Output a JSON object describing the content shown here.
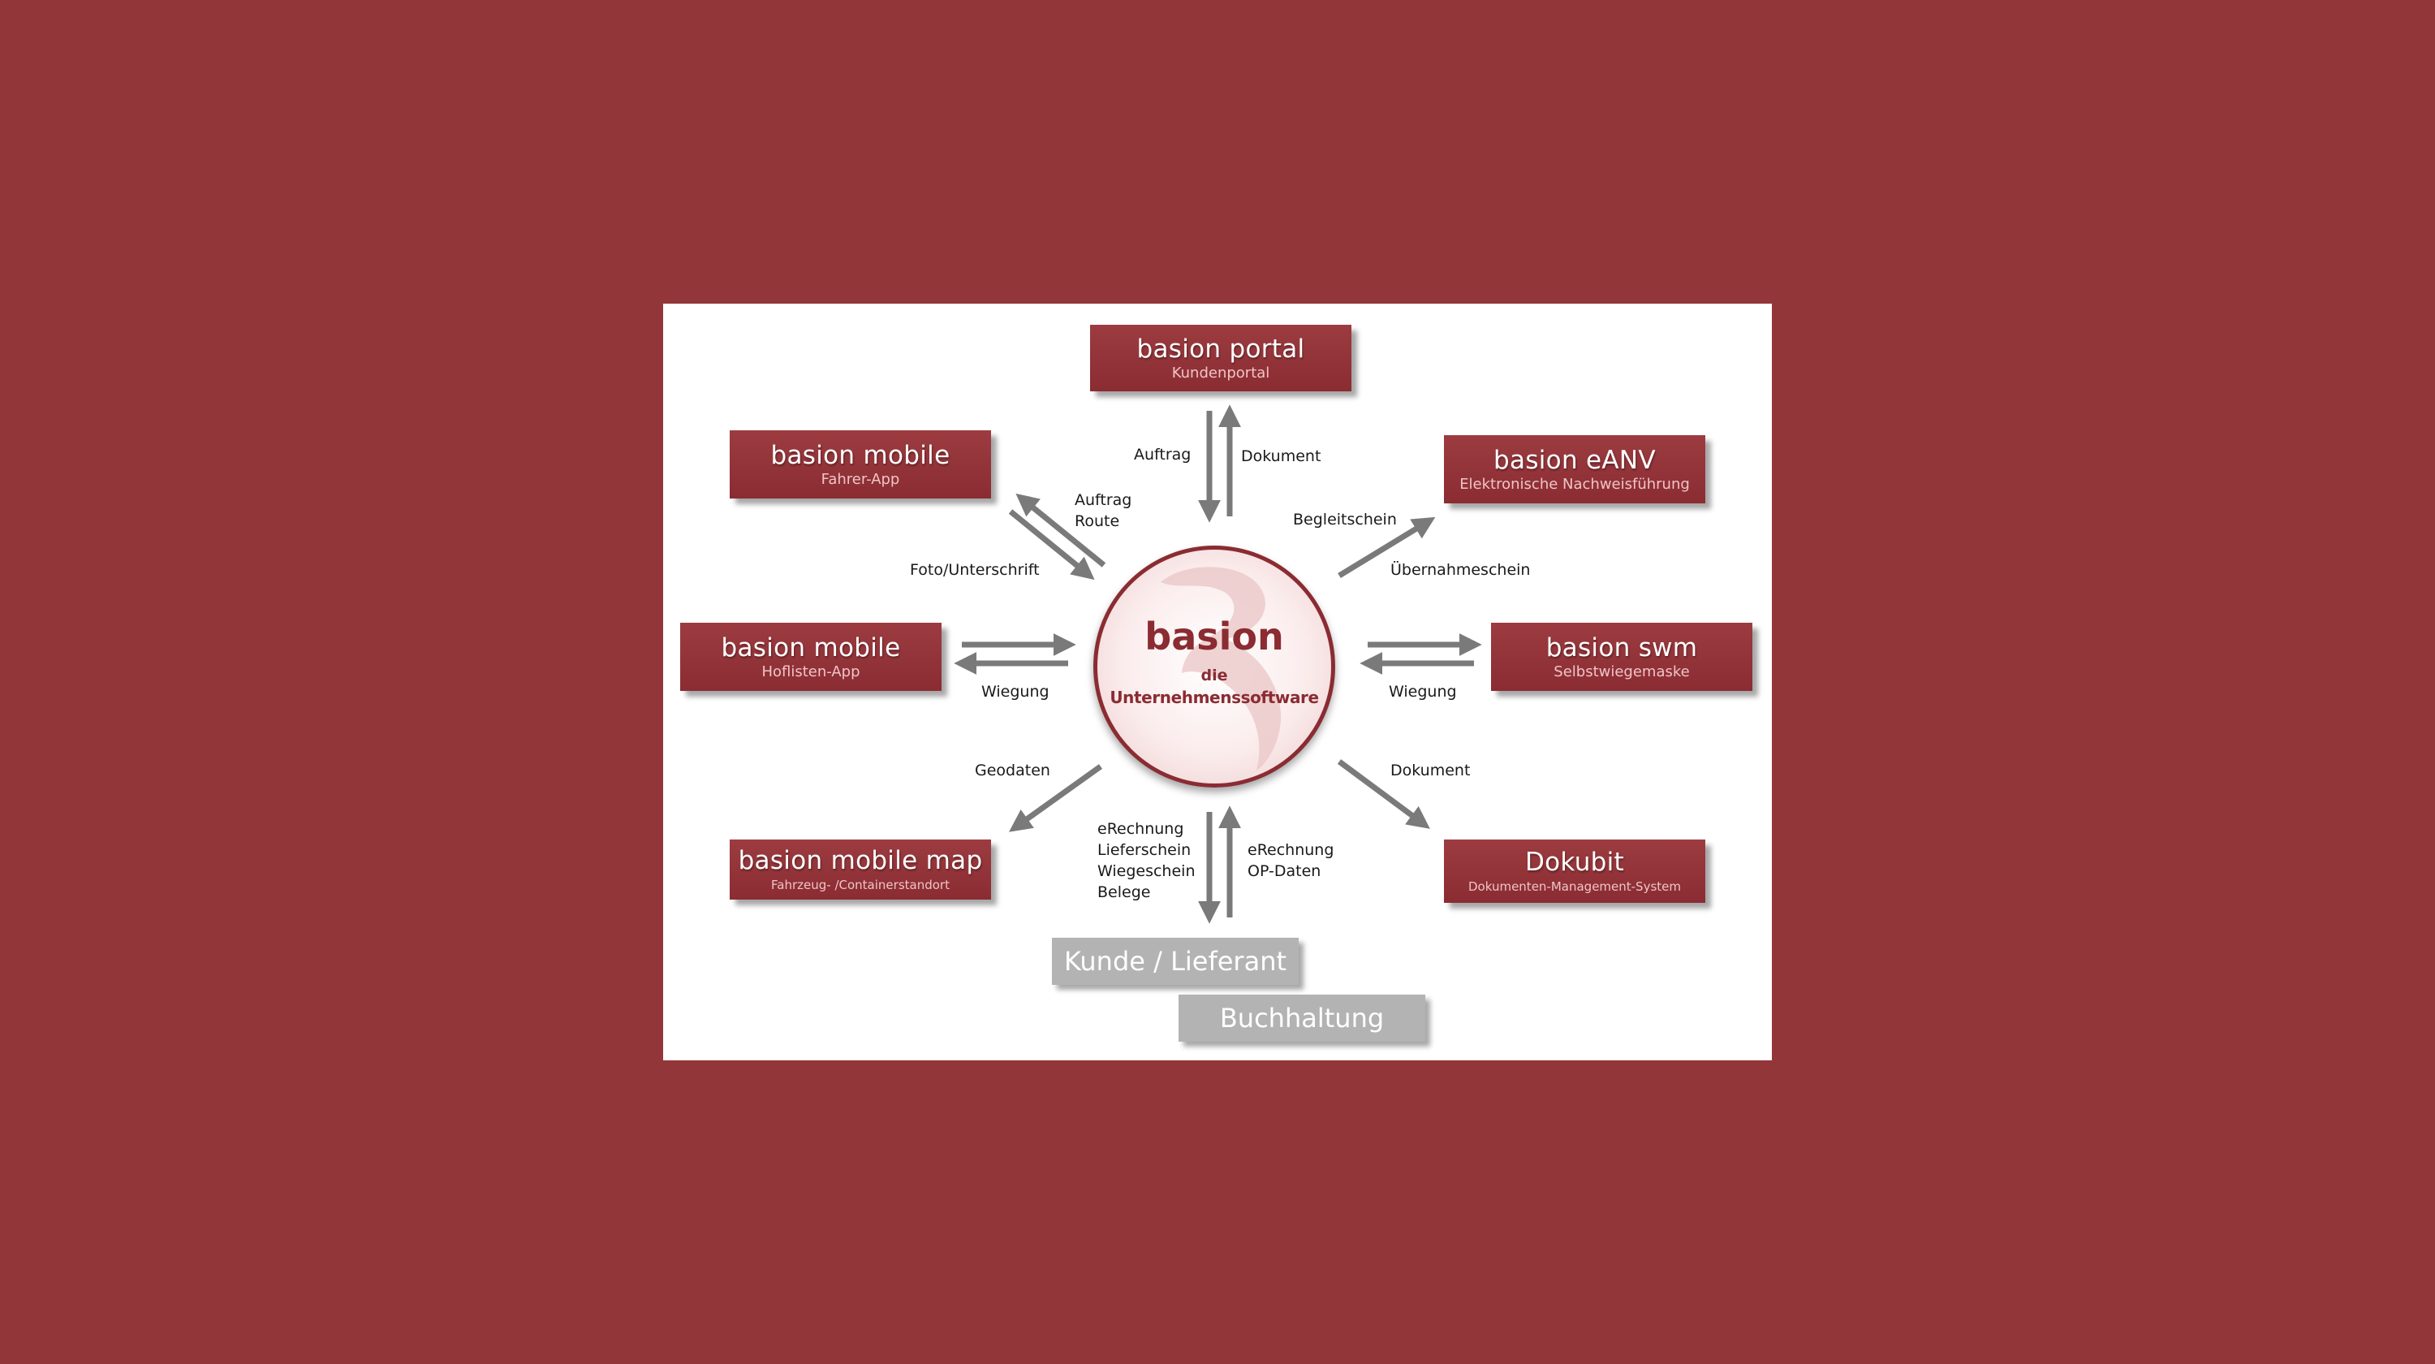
{
  "colors": {
    "page_background": "#933639",
    "slide_background": "#ffffff",
    "node_fill": "#8f3036",
    "node_subtitle": "#f0c4c6",
    "arrow": "#7a7a7a",
    "grey_box": "#b3b3b3"
  },
  "hub": {
    "title": "basion",
    "line1": "die",
    "line2": "Unternehmenssoftware"
  },
  "nodes": {
    "portal": {
      "title": "basion portal",
      "subtitle": "Kundenportal"
    },
    "fahrer": {
      "title": "basion mobile",
      "subtitle": "Fahrer-App"
    },
    "eanv": {
      "title": "basion eANV",
      "subtitle": "Elektronische Nachweisführung"
    },
    "hofliste": {
      "title": "basion mobile",
      "subtitle": "Hoflisten-App"
    },
    "swm": {
      "title": "basion swm",
      "subtitle": "Selbstwiegemaske"
    },
    "map": {
      "title": "basion mobile map",
      "subtitle": "Fahrzeug- /Containerstandort"
    },
    "dokubit": {
      "title": "Dokubit",
      "subtitle": "Dokumenten-Management-System"
    }
  },
  "external": {
    "kunde": "Kunde / Lieferant",
    "buchhaltung": "Buchhaltung"
  },
  "labels": {
    "auftrag": "Auftrag",
    "dokument_top": "Dokument",
    "auftrag_route": [
      "Auftrag",
      "Route"
    ],
    "foto": "Foto/Unterschrift",
    "begleitschein": "Begleitschein",
    "uebernahme": "Übernahmeschein",
    "wiegung_left": "Wiegung",
    "wiegung_right": "Wiegung",
    "geodaten": "Geodaten",
    "dokument_right": "Dokument",
    "bottom_left": [
      "eRechnung",
      "Lieferschein",
      "Wiegeschein",
      "Belege"
    ],
    "bottom_right": [
      "eRechnung",
      "OP-Daten"
    ]
  }
}
